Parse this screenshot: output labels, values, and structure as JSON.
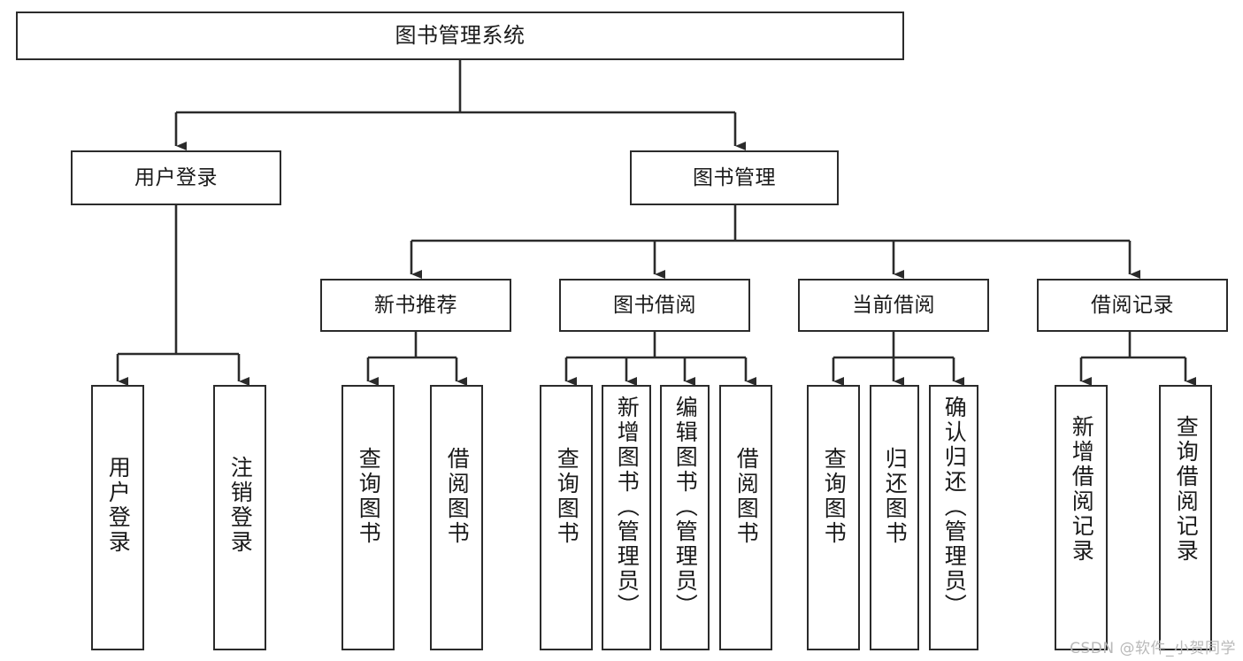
{
  "diagram": {
    "kind": "tree-hierarchy",
    "title": "图书管理系统",
    "orientation": "top-down",
    "colors": {
      "box_border": "#2b2b2b",
      "box_fill": "#ffffff",
      "connector": "#2b2b2b",
      "text": "#1a1a1a",
      "watermark": "#b9b9b9",
      "background": "#ffffff"
    },
    "nodes": {
      "root": {
        "label": "图书管理系统"
      },
      "level2": [
        {
          "id": "user-login",
          "label": "用户登录"
        },
        {
          "id": "book-manage",
          "label": "图书管理"
        }
      ],
      "level3": [
        {
          "id": "new-book-recommend",
          "label": "新书推荐"
        },
        {
          "id": "book-borrow",
          "label": "图书借阅"
        },
        {
          "id": "current-borrow",
          "label": "当前借阅"
        },
        {
          "id": "borrow-record",
          "label": "借阅记录"
        }
      ],
      "leaves": [
        {
          "id": "leaf-user-login",
          "label": "用户登录",
          "parent": "user-login"
        },
        {
          "id": "leaf-user-logout",
          "label": "注销登录",
          "parent": "user-login"
        },
        {
          "id": "leaf-query-book-1",
          "label": "查询图书",
          "parent": "new-book-recommend"
        },
        {
          "id": "leaf-borrow-book-1",
          "label": "借阅图书",
          "parent": "new-book-recommend"
        },
        {
          "id": "leaf-query-book-2",
          "label": "查询图书",
          "parent": "book-borrow"
        },
        {
          "id": "leaf-add-book",
          "label": "新增图书（管理员）",
          "parent": "book-borrow"
        },
        {
          "id": "leaf-edit-book",
          "label": "编辑图书（管理员）",
          "parent": "book-borrow"
        },
        {
          "id": "leaf-borrow-book-2",
          "label": "借阅图书",
          "parent": "book-borrow"
        },
        {
          "id": "leaf-query-book-3",
          "label": "查询图书",
          "parent": "current-borrow"
        },
        {
          "id": "leaf-return-book",
          "label": "归还图书",
          "parent": "current-borrow"
        },
        {
          "id": "leaf-confirm-return",
          "label": "确认归还（管理员）",
          "parent": "current-borrow"
        },
        {
          "id": "leaf-add-record",
          "label": "新增借阅记录",
          "parent": "borrow-record"
        },
        {
          "id": "leaf-query-record",
          "label": "查询借阅记录",
          "parent": "borrow-record"
        }
      ]
    }
  },
  "watermark": {
    "text": "CSDN @软件_小贺同学"
  }
}
